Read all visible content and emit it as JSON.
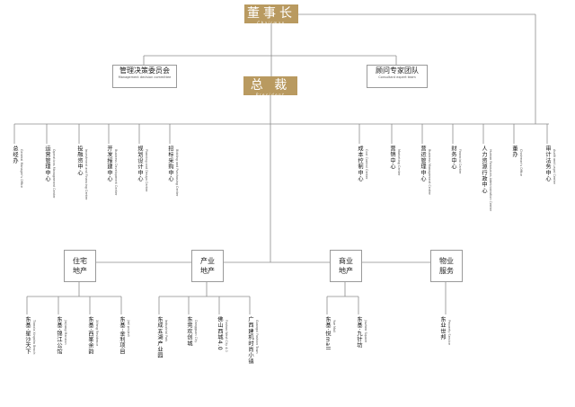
{
  "chairman": {
    "cn": "董事长",
    "en": "Chairman"
  },
  "president": {
    "cn": "总 裁",
    "en": "President"
  },
  "committee": {
    "cn": "管理决策委员会",
    "en": "Management decision committee"
  },
  "consultants": {
    "cn": "顾问专家团队",
    "en": "Consultant expert team"
  },
  "left_depts": [
    {
      "cn": "总经办",
      "en": "General Manager's Office"
    },
    {
      "cn": "运营管理中心",
      "en": "Operations Management Center"
    },
    {
      "cn": "投融资中心",
      "en": "Investment and Financing Center"
    },
    {
      "cn": "开发报建中心",
      "en": "Business Development Center"
    },
    {
      "cn": "规划设计中心",
      "en": "Planning and Design Center"
    },
    {
      "cn": "招标采购中心",
      "en": "Bidding and Purchasing Center"
    }
  ],
  "right_depts": [
    {
      "cn": "成本控制中心",
      "en": "Cost Control Center"
    },
    {
      "cn": "营销中心",
      "en": "Marketing Center"
    },
    {
      "cn": "营运管理中心",
      "en": "Business Management Center"
    },
    {
      "cn": "财务中心",
      "en": "Financial Center"
    },
    {
      "cn": "人力资源行政中心",
      "en": "Human Resources Administration Center"
    }
  ],
  "chairman_depts": [
    {
      "cn": "董办",
      "en": "Chairman's Office"
    },
    {
      "cn": "审计法务中心",
      "en": "Audit and Legal Center"
    }
  ],
  "groups": [
    {
      "label": "住宅\n地产",
      "items": [
        {
          "cn": "东基·星沙天下",
          "en": "Tianxia Xingsha Beach"
        },
        {
          "cn": "东基·锦江公馆",
          "en": "Jinjiang Mansion"
        },
        {
          "cn": "东基·西峯余韵",
          "en": "Xifeng Residence"
        },
        {
          "cn": "东基·金利项目",
          "en": "Jinli project"
        }
      ]
    },
    {
      "label": "产业\n地产",
      "items": [
        {
          "cn": "东成五湖产业园",
          "en": "Industrial Park"
        },
        {
          "cn": "东莞欢创城",
          "en": "Dongguan City"
        },
        {
          "cn": "佛山西城4.0",
          "en": "Foshan West City 4.0"
        },
        {
          "cn": "广西建机时尚小镇",
          "en": "Guangxi Fashion Town"
        }
      ]
    },
    {
      "label": "商业\n地产",
      "items": [
        {
          "cn": "东基·悦mall",
          "en": "Yue Mall"
        },
        {
          "cn": "东基·九针坊",
          "en": "Jiuzhen Square"
        }
      ]
    },
    {
      "label": "物业\n服务",
      "items": [
        {
          "cn": "东业世邦",
          "en": "Property Service"
        }
      ]
    }
  ]
}
